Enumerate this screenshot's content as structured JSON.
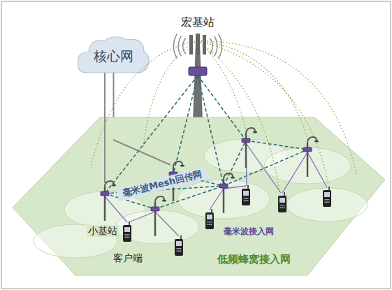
{
  "diagram": {
    "nodes": [
      {
        "text": [
          "核心网"
        ]
      },
      {
        "text": [
          "宏基站"
        ]
      },
      {
        "text": [
          "低频蜂窝接入网"
        ]
      }
    ],
    "edges": [
      {
        "from": 0,
        "to": 1,
        "arrow": "none"
      }
    ],
    "labels": [
      "毫米波Mesh回传网",
      "毫米波接入网",
      "小基站",
      "客户端"
    ]
  }
}
